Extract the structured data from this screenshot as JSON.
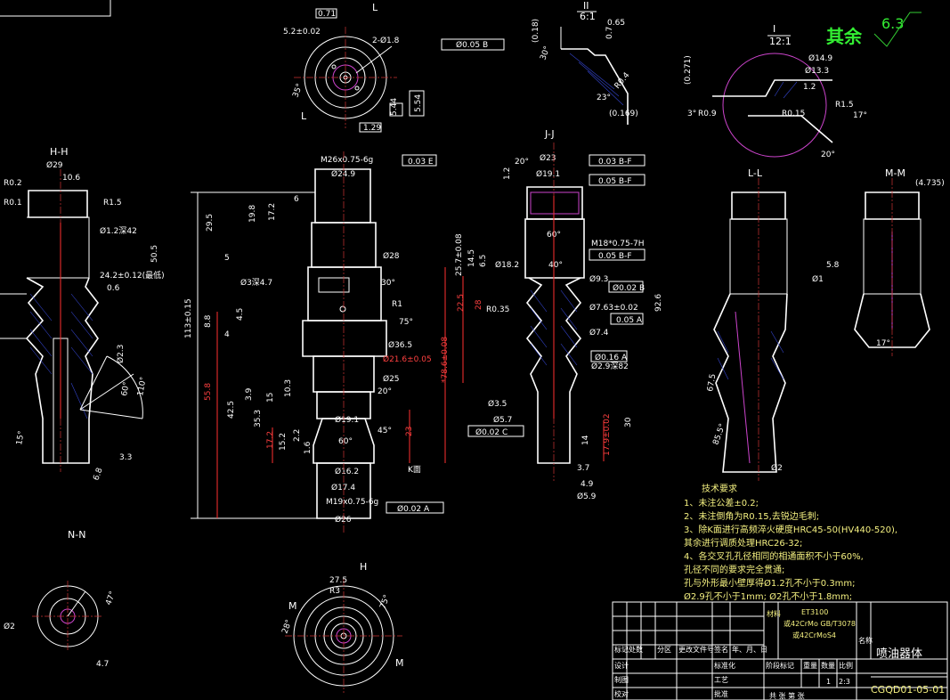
{
  "roughness": {
    "label": "其余",
    "value": "6.3"
  },
  "views": {
    "hh": "H-H",
    "jj": "J-J",
    "ll": "L-L",
    "mm": "M-M",
    "nn": "N-N",
    "detail_i": "I",
    "detail_ii": "II",
    "scale_i": "12:1",
    "scale_ii": "6:1"
  },
  "dims": {
    "top_071": "0.71",
    "top_52": "5.2±0.02",
    "top_hole": "2-Ø1.8",
    "top_tol": "Ø0.05 B",
    "top_544": "5.44",
    "top_554": "5.54",
    "top_129": "1.29",
    "top_35": "35°",
    "d2_018": "(0.18)",
    "d2_065": "0.65",
    "d2_07": "0.7",
    "d2_30": "30°",
    "d2_r04": "R0.4",
    "d2_23": "23°",
    "d2_0169": "(0.169)",
    "d1_0271": "(0.271)",
    "d1_149": "Ø14.9",
    "d1_133": "Ø13.3",
    "d1_r15": "R1.5",
    "d1_r09": "R0.9",
    "d1_r015": "R0.15",
    "d1_3": "3°",
    "d1_17": "17°",
    "d1_20": "20°",
    "d1_12": "1.2",
    "hh_29": "Ø29",
    "hh_106": "10.6",
    "hh_r02": "R0.2",
    "hh_r01": "R0.1",
    "hh_r15": "R1.5",
    "hh_12": "Ø1.2深42",
    "hh_505": "50.5",
    "hh_2412": "24.2±0.12(最低)",
    "hh_06": "0.6",
    "hh_23": "Ø2.3",
    "hh_110": "110°",
    "hh_60": "60°",
    "hh_15": "15°",
    "hh_33": "3.3",
    "hh_68": "6.8",
    "main_m26": "M26x0.75-6g",
    "main_tol": "0.03 E",
    "main_249": "Ø24.9",
    "main_295": "29.5",
    "main_198": "19.8",
    "main_172": "17.2",
    "main_6": "6",
    "main_5": "5",
    "main_28": "Ø28",
    "main_hole": "Ø3深4.7",
    "main_30": "30°",
    "main_r1": "R1",
    "main_75": "75°",
    "main_365": "Ø36.5",
    "main_216": "Ø21.6±0.05",
    "main_25": "Ø25",
    "main_20": "20°",
    "main_113": "113±0.15",
    "main_88": "8.8",
    "main_45": "4.5",
    "main_4": "4",
    "main_558": "55.8",
    "main_425": "42.5",
    "main_39": "3.9",
    "main_15": "15",
    "main_103": "10.3",
    "main_353": "35.3",
    "main_191": "Ø19.1",
    "main_23": "23",
    "main_60": "60°",
    "main_45d": "45°",
    "main_172b": "17.2",
    "main_152": "15.2",
    "main_22": "2.2",
    "main_16": "1.6",
    "main_162": "Ø16.2",
    "main_kface": "K面",
    "main_174": "Ø17.4",
    "main_m19": "M19x0.75-6g",
    "main_tol2": "Ø0.02 A",
    "main_26": "Ø26",
    "jj_20": "20°",
    "jj_23": "Ø23",
    "jj_tol1": "0.03 B-F",
    "jj_tol2": "0.05 B-F",
    "jj_191": "Ø19.1",
    "jj_12": "1.2",
    "jj_60": "60°",
    "jj_m18": "M18*0.75-7H",
    "jj_tol3": "0.05 B-F",
    "jj_25": "25.7±0.08",
    "jj_145": "14.5",
    "jj_65": "6.5",
    "jj_182": "Ø18.2",
    "jj_40": "40°",
    "jj_93": "Ø9.3",
    "jj_tol4": "Ø0.02 B",
    "jj_r035": "R0.35",
    "jj_763": "Ø7.63±0.02",
    "jj_tol5": "0.05 A",
    "jj_926": "92.6",
    "jj_74": "Ø7.4",
    "jj_tol6": "Ø0.16 A",
    "jj_29": "Ø2.9深82",
    "jj_786": "*78.6±0.08",
    "jj_225": "22.5",
    "jj_28": "28",
    "jj_35": "Ø3.5",
    "jj_57": "Ø5.7",
    "jj_tol7": "Ø0.02 C",
    "jj_30": "30",
    "jj_14": "14",
    "jj_179": "17.9±0.02",
    "jj_37": "3.7",
    "jj_49": "4.9",
    "jj_59": "Ø5.9",
    "ll_675": "67.5",
    "ll_855": "85.5°",
    "ll_2": "Ø2",
    "mm_4735": "(4.735)",
    "mm_58": "5.8",
    "mm_1": "Ø1",
    "mm_17": "17°",
    "nn_2": "Ø2",
    "nn_47": "4.7",
    "nn_47d": "47°",
    "bot_275": "27.5",
    "bot_r3": "R3",
    "bot_28": "28°",
    "bot_75": "75°"
  },
  "notes": {
    "heading": "技术要求",
    "items": [
      "1、未注公差±0.2;",
      "2、未注倒角为R0.15,去锐边毛刺;",
      "3、除K面进行高频淬火硬度HRC45-50(HV440-520),",
      "   其余进行调质处理HRC26-32;",
      "4、各交叉孔孔径相同的相通面积不小于60%,",
      "   孔径不同的要求完全贯通;",
      "   孔与外形最小壁厚得Ø1.2孔不小于0.3mm;",
      "   Ø2.9孔不小于1mm;  Ø2孔不小于1.8mm;"
    ]
  },
  "title_block": {
    "material_label": "材料",
    "material": [
      "ET3100",
      "或42CrMo GB/T3078",
      "或42CrMoS4"
    ],
    "name_label": "名称",
    "part_name": "喷油器体",
    "drawing_no": "CGQD01-05-01",
    "row_revision": [
      "标记",
      "处数",
      "分区",
      "更改文件号",
      "签名",
      "年、月、日"
    ],
    "row_design": "设计",
    "row_draft": "制图",
    "row_check": "校对",
    "row_std": "标准化",
    "row_process": "工艺",
    "row_approve": "批准",
    "stage_label": "阶段标记",
    "weight_label": "重量",
    "qty_label": "数量",
    "scale_label": "比例",
    "qty": "1",
    "scale": "2:3",
    "sheets": "共  张  第  张"
  }
}
